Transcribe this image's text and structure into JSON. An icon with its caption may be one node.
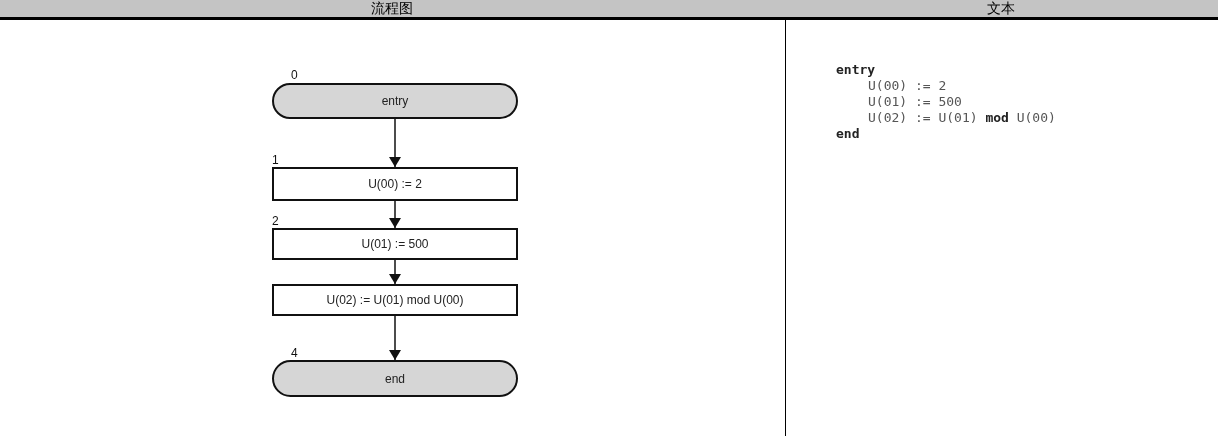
{
  "diagram": {
    "nodes": [
      {
        "text": [
          "entry"
        ],
        "beside": [
          "0"
        ]
      },
      {
        "text": [
          "U(00) := 2"
        ],
        "beside": [
          "1"
        ]
      },
      {
        "text": [
          "U(01) := 500"
        ],
        "beside": [
          "2"
        ]
      },
      {
        "text": [
          "U(02) := U(01) mod U(00)"
        ]
      },
      {
        "text": [
          "end"
        ],
        "beside": [
          "4"
        ]
      }
    ],
    "edges": [
      {
        "from": 0,
        "to": 1,
        "arrow": "to"
      },
      {
        "from": 1,
        "to": 2,
        "arrow": "to"
      },
      {
        "from": 2,
        "to": 3,
        "arrow": "to"
      },
      {
        "from": 3,
        "to": 4,
        "arrow": "to"
      }
    ],
    "labels": [
      "流程图",
      "文本",
      "entry",
      "U(00) := 2",
      "U(01) := 500",
      "U(02) := U(01) **mod** U(00)",
      "end"
    ]
  }
}
